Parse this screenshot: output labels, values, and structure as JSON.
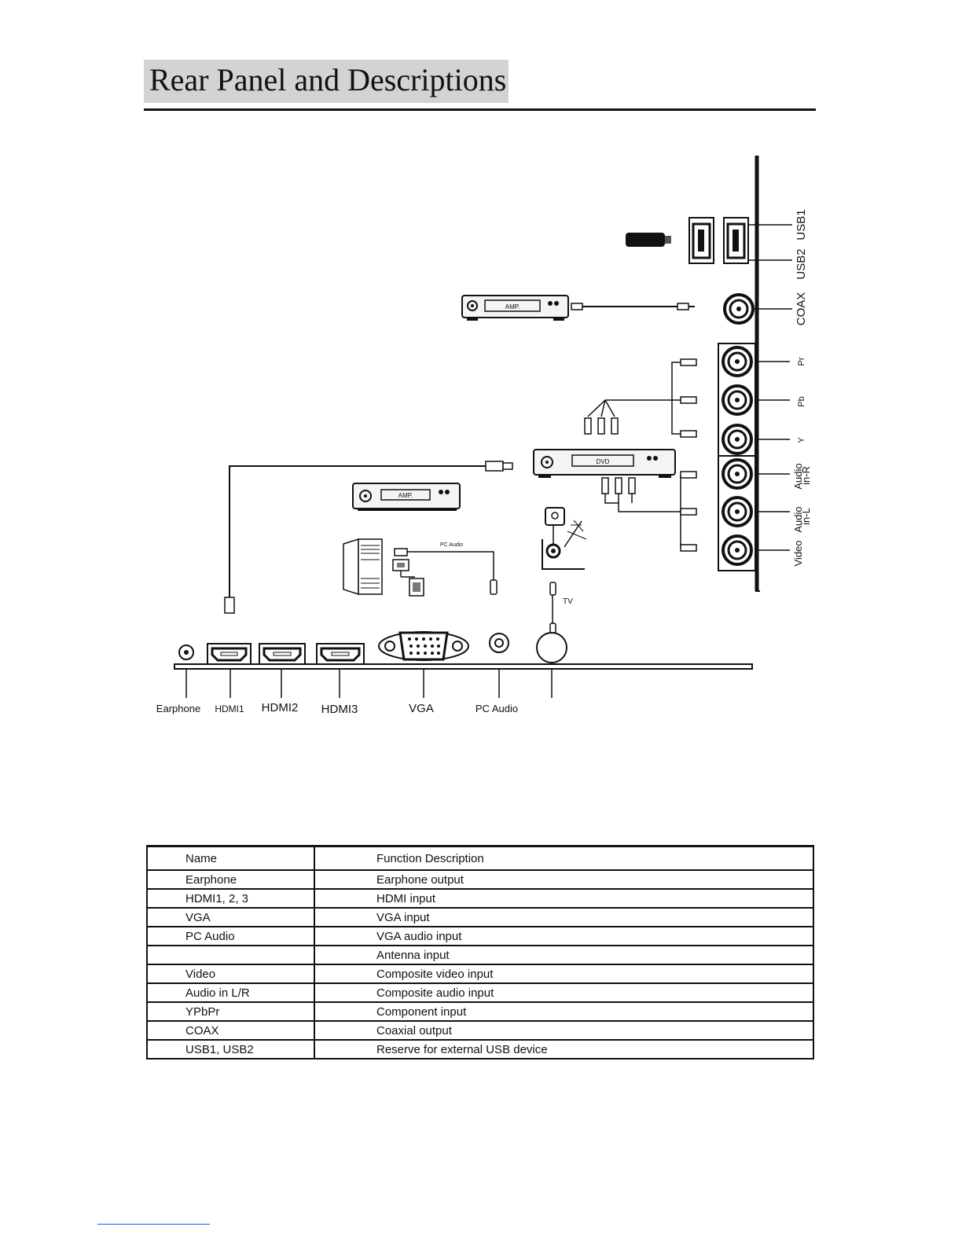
{
  "page": {
    "title": "Rear Panel and Descriptions"
  },
  "diagram": {
    "bottom_labels": {
      "earphone": "Earphone",
      "hdmi1": "HDMI1",
      "hdmi2": "HDMI2",
      "hdmi3": "HDMI3",
      "vga": "VGA",
      "pc_audio": "PC Audio"
    },
    "side_labels": {
      "usb1": "USB1",
      "usb2": "USB2",
      "coax": "COAX",
      "pr": "Pr",
      "pb": "Pb",
      "y": "Y",
      "audio_r_top": "Audio",
      "audio_r_bottom": "in-R",
      "audio_l_top": "Audio",
      "audio_l_bottom": "in-L",
      "video": "Video"
    },
    "device_labels": {
      "amp_top": "AMP.",
      "amp_mid": "AMP.",
      "dvd": "DVD",
      "pc_audio_cable": "PC Audio",
      "tv": "TV"
    }
  },
  "table": {
    "headers": [
      "Name",
      "Function Description"
    ],
    "rows": [
      [
        "Earphone",
        "Earphone output"
      ],
      [
        "HDMI1, 2, 3",
        "HDMI input"
      ],
      [
        "VGA",
        "VGA input"
      ],
      [
        "PC Audio",
        "VGA audio input"
      ],
      [
        "",
        "Antenna input"
      ],
      [
        "Video",
        "Composite video input"
      ],
      [
        "Audio in L/R",
        "Composite audio input"
      ],
      [
        "YPbPr",
        "Component input"
      ],
      [
        "COAX",
        "Coaxial output"
      ],
      [
        "USB1, USB2",
        "Reserve for external USB device"
      ]
    ]
  },
  "icons": [
    "rca-jack-icon",
    "hdmi-port-icon",
    "vga-port-icon",
    "usb-port-icon",
    "usb-stick-icon",
    "dvd-player-icon",
    "amplifier-icon",
    "pc-tower-icon",
    "antenna-icon"
  ]
}
